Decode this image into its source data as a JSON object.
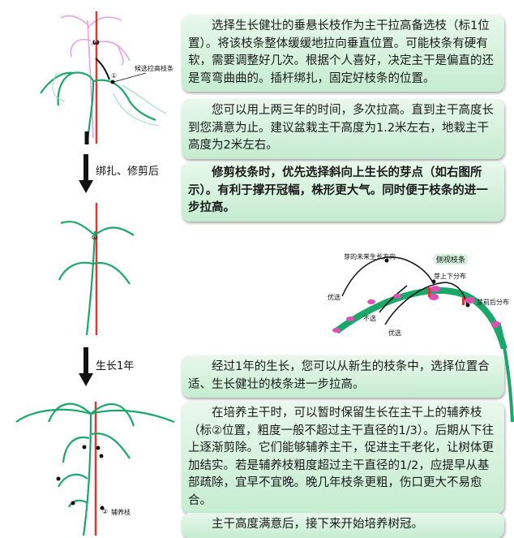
{
  "steps": {
    "p1": "选择生长健壮的垂悬长枝作为主干拉高备选枝（标1位置）。将该枝条整体缓缓地拉向垂直位置。可能枝条有硬有软，需要调整好几次。根据个人喜好，决定主干是偏直的还是弯弯曲曲的。插杆绑扎，固定好枝条的位置。",
    "p2": "您可以用上两三年的时间，多次拉高。直到主干高度长到您满意为止。建议盆栽主干高度为1.2米左右，地栽主干高度为2米左右。",
    "p3": "修剪枝条时，优先选择斜向上生长的芽点（如右图所示）。有利于撑开冠幅，株形更大气。同时便于枝条的进一步拉高。",
    "p4": "经过1年的生长，您可以从新生的枝条中，选择位置合适、生长健壮的枝条进一步拉高。",
    "p5": "在培养主干时，可以暂时保留生长在主干上的辅养枝（标②位置，粗度一般不超过主干直径的1/3）。后期从下往上逐渐剪除。它们能够辅养主干，促进主干老化，让树体更加结实。若是辅养枝粗度超过主干直径的1/2，应提早从基部疏除，宜早不宜晚。晚几年枝条更粗，伤口更大不易愈合。",
    "p6": "主干高度满意后，接下来开始培养树冠。"
  },
  "diagram": {
    "candidate_label": "候选拉高枝条",
    "marker_1": "①",
    "arrow1_label": "绑扎、修剪后",
    "arrow2_label": "生长1年",
    "marker_2": "②",
    "aux_branch_label": "辅养枝",
    "side_view": {
      "title": "侧视枝条",
      "future_direction": "芽的未来生长方向",
      "up_down": "芽上下分布",
      "front_back": "芽前后分布",
      "preferred": "优选",
      "not_chosen": "不选"
    }
  },
  "colors": {
    "branch": "#1aa86a",
    "stake": "#d33a3a",
    "bud": "#e04fb5",
    "box": "#d6f2dc"
  }
}
